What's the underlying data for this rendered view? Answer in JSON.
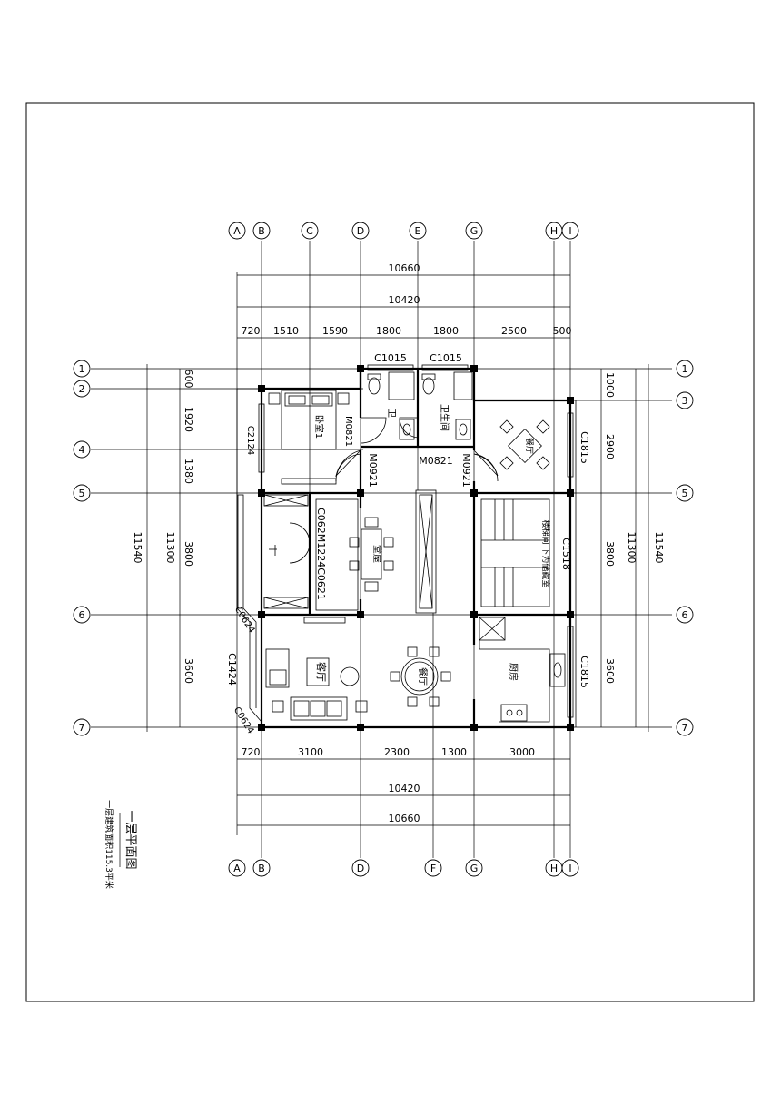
{
  "grid_top": [
    "A",
    "B",
    "C",
    "D",
    "E",
    "G",
    "H",
    "I"
  ],
  "grid_bottom": [
    "A",
    "B",
    "D",
    "F",
    "G",
    "H",
    "I"
  ],
  "grid_rows": [
    "1",
    "2",
    "4",
    "5",
    "6",
    "7"
  ],
  "grid_right_rows": [
    "1",
    "3",
    "5",
    "6",
    "7"
  ],
  "dims_top_total_outer": "10660",
  "dims_top_total_inner": "10420",
  "dims_top_segments": [
    "720",
    "1510",
    "1590",
    "1800",
    "1800",
    "2500",
    "500"
  ],
  "dims_bottom_segments": [
    "720",
    "3100",
    "2300",
    "1300",
    "3000"
  ],
  "dims_bottom_total_inner": "10420",
  "dims_bottom_total_outer": "10660",
  "dims_left_segments": [
    "600",
    "1920",
    "1380",
    "3800",
    "3600"
  ],
  "dims_left_total_inner": "11300",
  "dims_left_total_outer": "11540",
  "dims_right_segments": [
    "1000",
    "2900",
    "3800",
    "3600"
  ],
  "dims_right_total_inner": "11300",
  "dims_right_total_outer": "11540",
  "openings": {
    "c1015_left": "C1015",
    "c1015_right": "C1015",
    "m0821_bedroom": "M0821",
    "m0921_left": "M0921",
    "m0821_bath": "M0821",
    "m0921_right": "M0921",
    "c2124": "C2124",
    "c062_m1224": "C062M1224C0621",
    "c1815_top": "C1815",
    "c1518": "C1518",
    "c0624_a": "C0624",
    "c1424": "C1424",
    "c0624_b": "C0624",
    "c1815_bottom": "C1815"
  },
  "rooms": {
    "bedroom": "卧室1",
    "bath_left": "卫",
    "bath_right": "卫生间",
    "dining_small": "餐厅",
    "hall": "堂屋",
    "stair_note": "楼梯间 下为储藏室",
    "living": "客厅",
    "dining": "餐厅",
    "kitchen": "厨房"
  },
  "title": "一层平面图",
  "subtitle": "一层建筑面积115.3平米"
}
